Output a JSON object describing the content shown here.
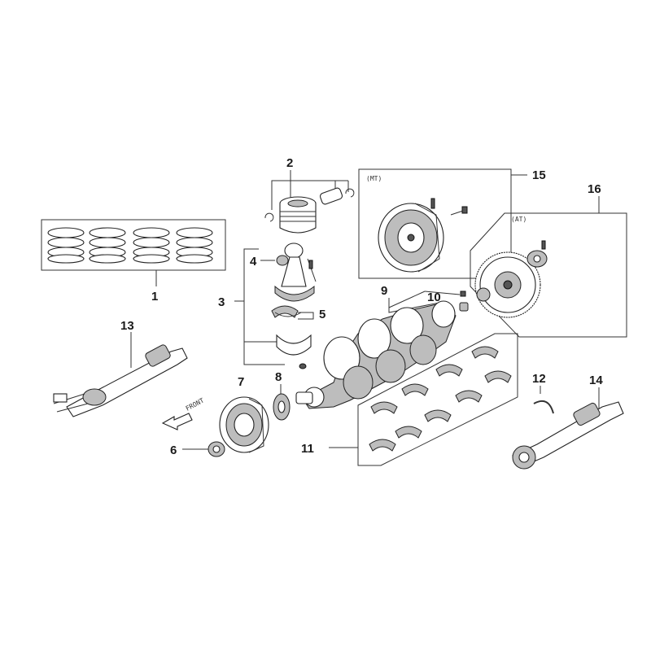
{
  "labels": {
    "p1": "1",
    "p2": "2",
    "p3": "3",
    "p4": "4",
    "p5": "5",
    "p6": "6",
    "p7": "7",
    "p8": "8",
    "p9": "9",
    "p10": "10",
    "p11": "11",
    "p12": "12",
    "p13": "13",
    "p14": "14",
    "p15": "15",
    "p16": "16"
  },
  "boxes": {
    "mt": "(MT)",
    "at": "(AT)"
  },
  "front": "FRONT"
}
